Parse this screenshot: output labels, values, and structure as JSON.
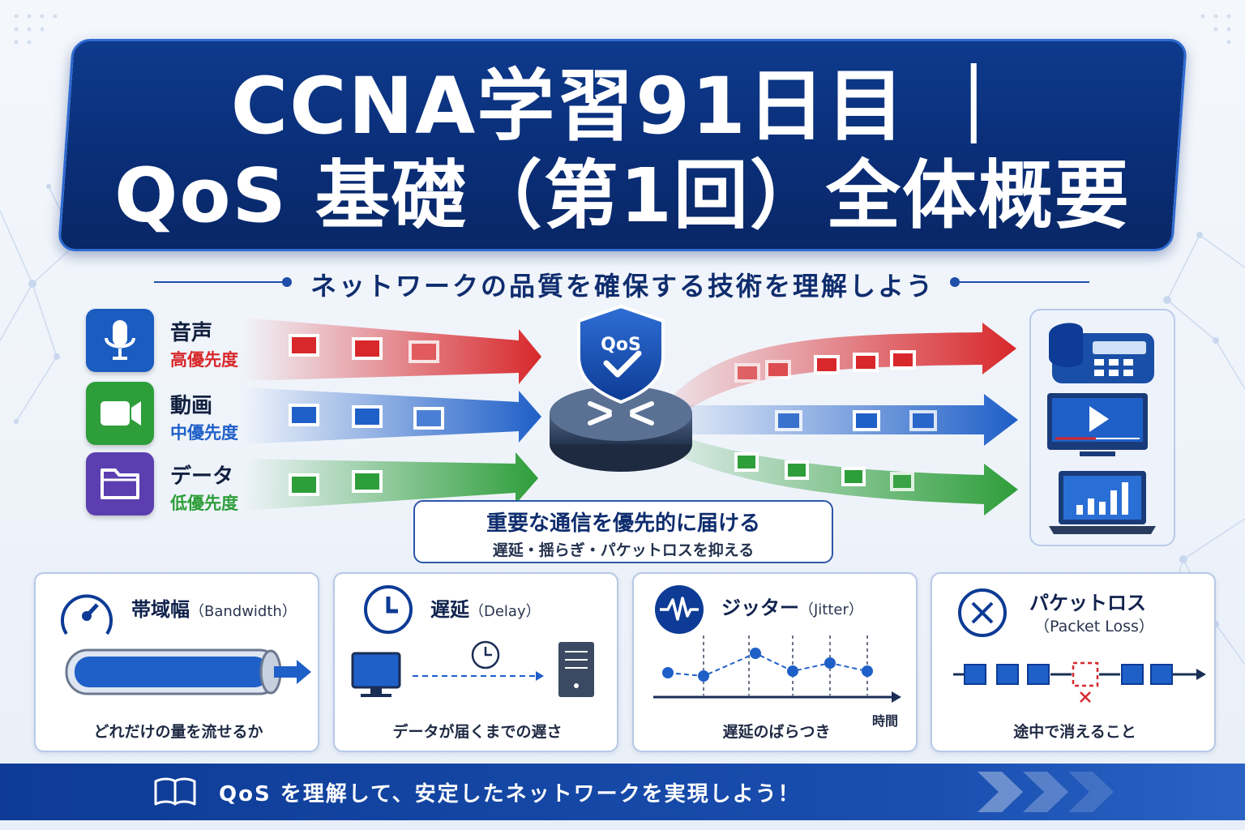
{
  "title": {
    "line1": "CCNA学習91日目 ｜",
    "line2": "QoS 基礎（第1回）全体概要"
  },
  "subtitle": "ネットワークの品質を確保する技術を理解しよう",
  "traffic_types": [
    {
      "name": "音声",
      "priority": "高優先度",
      "icon": "microphone-icon",
      "color": "#d8282b"
    },
    {
      "name": "動画",
      "priority": "中優先度",
      "icon": "video-camera-icon",
      "color": "#1f5fc8"
    },
    {
      "name": "データ",
      "priority": "低優先度",
      "icon": "folder-icon",
      "color": "#2e9e3a"
    }
  ],
  "router": {
    "badge": "QoS",
    "icon": "router-icon"
  },
  "endpoints": [
    "phone-icon",
    "monitor-play-icon",
    "laptop-chart-icon"
  ],
  "center_message": {
    "main": "重要な通信を優先的に届ける",
    "sub": "遅延・揺らぎ・パケットロスを抑える"
  },
  "cards": [
    {
      "title": "帯域幅",
      "title_en": "（Bandwidth）",
      "desc": "どれだけの量を流せるか",
      "icon": "speedometer-icon"
    },
    {
      "title": "遅延",
      "title_en": "（Delay）",
      "desc": "データが届くまでの遅さ",
      "icon": "clock-icon"
    },
    {
      "title": "ジッター",
      "title_en": "（Jitter）",
      "desc": "遅延のばらつき",
      "icon": "pulse-icon",
      "axis_label": "時間"
    },
    {
      "title": "パケットロス",
      "title_en": "（Packet Loss）",
      "desc": "途中で消えること",
      "icon": "close-circle-icon"
    }
  ],
  "footer": {
    "text": "QoS を理解して、安定したネットワークを実現しよう！",
    "icon": "book-icon"
  },
  "colors": {
    "navy": "#0a2e78",
    "red": "#d8282b",
    "blue": "#1f5fc8",
    "green": "#2e9e3a"
  }
}
